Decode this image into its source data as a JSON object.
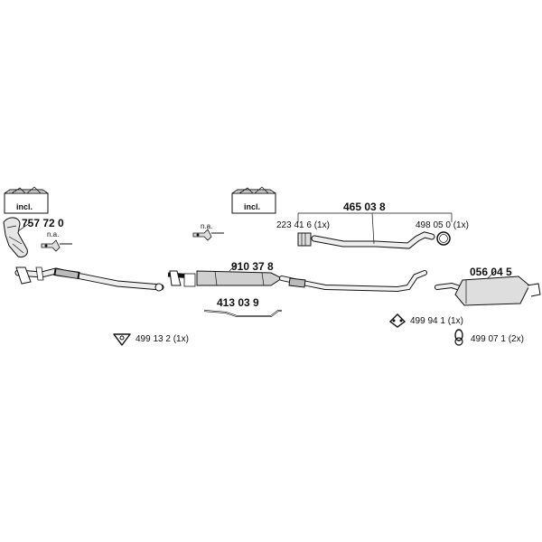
{
  "labels": {
    "incl_1": "incl.",
    "incl_2": "incl.",
    "cat": "757 72 0",
    "na_1": "n.a.",
    "na_2": "n.a.",
    "center": "910 37 8",
    "rod": "413 03 9",
    "pipe": "465 03 8",
    "clamp_left": "223 41 6 (1x)",
    "clamp_right": "498 05 0 (1x)",
    "rear_muffler": "056 04 5",
    "mount_a": "499 94 1 (1x)",
    "mount_b": "499 07 1 (2x)",
    "gasket": "499 13 2 (1x)"
  },
  "icons": {
    "gasket": "gasket-triangle-icon",
    "mount_a": "rubber-mount-icon",
    "mount_b": "ring-mount-icon",
    "box": "toolbox-icon"
  }
}
